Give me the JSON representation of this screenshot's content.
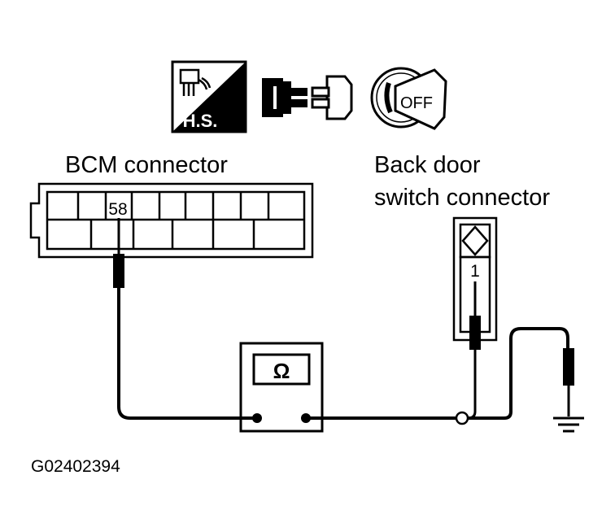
{
  "icons": {
    "harness_side_badge": "H.S.",
    "disconnect_icon": "connector-disconnect-icon",
    "ignition_key_label": "OFF"
  },
  "bcm_connector": {
    "label": "BCM connector",
    "terminal": "58"
  },
  "back_door_switch_connector": {
    "label_line1": "Back door",
    "label_line2": "switch connector",
    "terminal": "1"
  },
  "ohmmeter": {
    "symbol": "Ω"
  },
  "figure_id": "G02402394"
}
